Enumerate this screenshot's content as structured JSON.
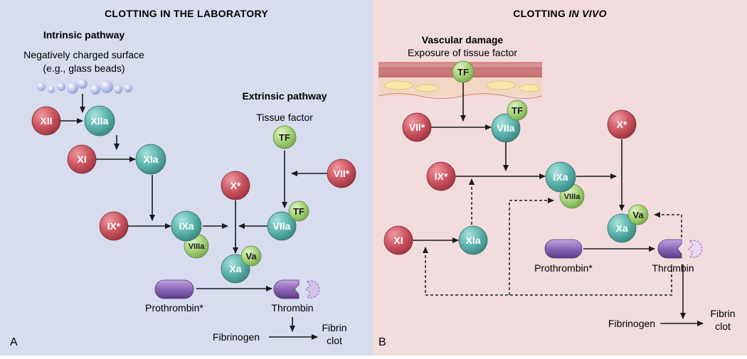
{
  "panel_a": {
    "title": "CLOTTING IN THE LABORATORY",
    "intrinsic_title": "Intrinsic pathway",
    "surface_line1": "Negatively charged surface",
    "surface_line2": "(e.g., glass beads)",
    "extrinsic_title": "Extrinsic pathway",
    "tissue_factor": "Tissue factor",
    "prothrombin": "Prothrombin*",
    "thrombin": "Thrombin",
    "fibrinogen": "Fibrinogen",
    "fibrin_line1": "Fibrin",
    "fibrin_line2": "clot",
    "letter": "A",
    "nodes": {
      "xii": "XII",
      "xiia": "XIIa",
      "xi": "XI",
      "xia": "XIa",
      "ix": "IX*",
      "ixa": "IXa",
      "viiia": "VIIIa",
      "x": "X*",
      "xa": "Xa",
      "va": "Va",
      "tf": "TF",
      "vii": "VII*",
      "viia": "VIIa",
      "tf2": "TF"
    }
  },
  "panel_b": {
    "title_plain": "CLOTTING ",
    "title_italic": "IN VIVO",
    "vascular_title": "Vascular damage",
    "vascular_sub": "Exposure of tissue factor",
    "prothrombin": "Prothrombin*",
    "thrombin": "Thrombin",
    "fibrinogen": "Fibrinogen",
    "fibrin_line1": "Fibrin",
    "fibrin_line2": "clot",
    "letter": "B",
    "nodes": {
      "tf": "TF",
      "vii": "VII*",
      "viia": "VIIa",
      "tf2": "TF",
      "ix": "IX*",
      "ixa": "IXa",
      "viiia": "VIIIa",
      "x": "X*",
      "xa": "Xa",
      "va": "Va",
      "xi": "XI",
      "xia": "XIa"
    }
  },
  "colors": {
    "panel_a_bg": "#d7dcef",
    "panel_b_bg": "#f3dcdd",
    "red_node": "#c9525c",
    "teal_node": "#5fb6b0",
    "green_node": "#a6d27a",
    "purple": "#8b63b3"
  }
}
